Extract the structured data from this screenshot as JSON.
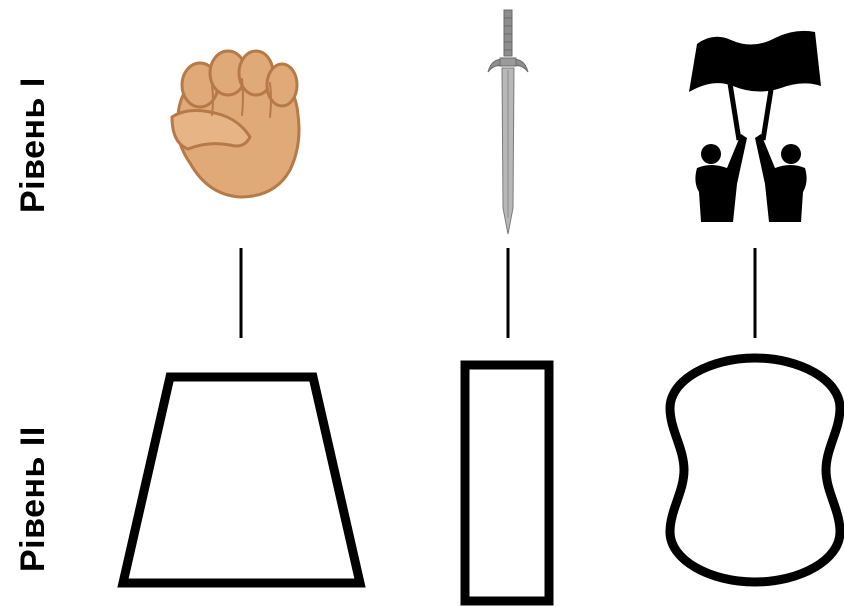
{
  "levels": {
    "level1": "Рівень І",
    "level2": "Рівень ІІ"
  },
  "columns": [
    {
      "top_icon": "fist-icon",
      "bottom_shape": "trapezoid-shape"
    },
    {
      "top_icon": "sword-icon",
      "bottom_shape": "rectangle-shape"
    },
    {
      "top_icon": "banner-bearers-icon",
      "bottom_shape": "rounded-waist-shape"
    }
  ],
  "colors": {
    "fist": "#E0A978",
    "fist_outline": "#B67A48",
    "sword": "#9A9A9A",
    "silhouette": "#000000",
    "stroke": "#000000"
  }
}
